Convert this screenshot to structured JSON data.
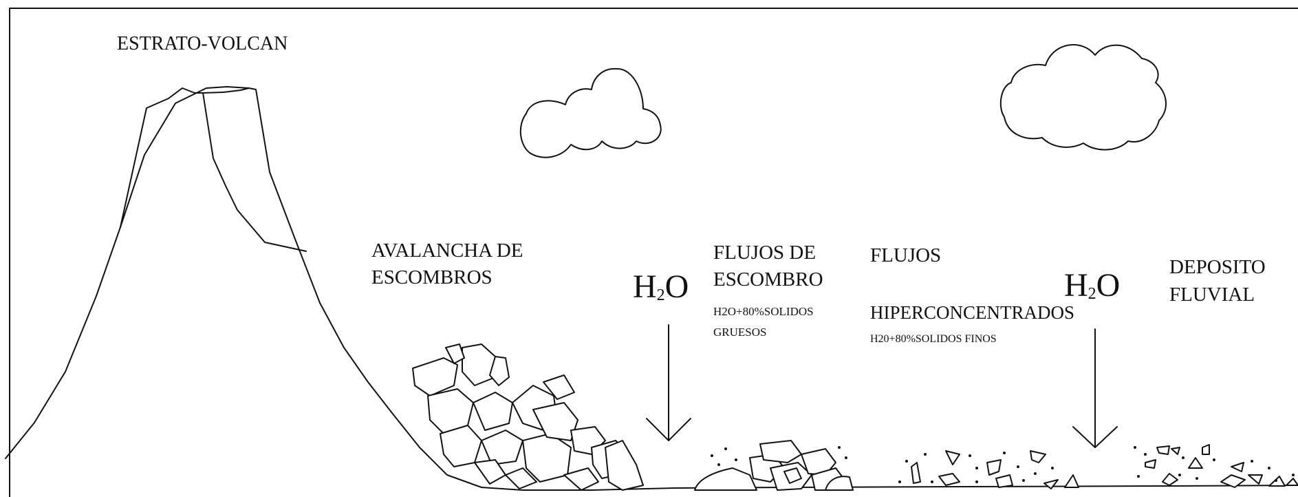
{
  "labels": {
    "volcano": "ESTRATO-VOLCAN",
    "avalanche_line1": "AVALANCHA DE",
    "avalanche_line2": "ESCOMBROS",
    "debris_flow_line1": "FLUJOS DE",
    "debris_flow_line2": "ESCOMBRO",
    "debris_flow_note1": "H2O+80%SOLIDOS",
    "debris_flow_note2": "GRUESOS",
    "hyper_line1": "FLUJOS",
    "hyper_line2": "HIPERCONCENTRADOS",
    "hyper_note": "H20+80%SOLIDOS FINOS",
    "fluvial_line1": "DEPOSITO",
    "fluvial_line2": "FLUVIAL",
    "water_main": "H",
    "water_sub": "2",
    "water_end": "O"
  },
  "colors": {
    "line": "#111111",
    "background": "#ffffff"
  },
  "icons": [
    "cloud-icon",
    "down-arrow-icon",
    "volcano-icon",
    "rock-icon"
  ]
}
